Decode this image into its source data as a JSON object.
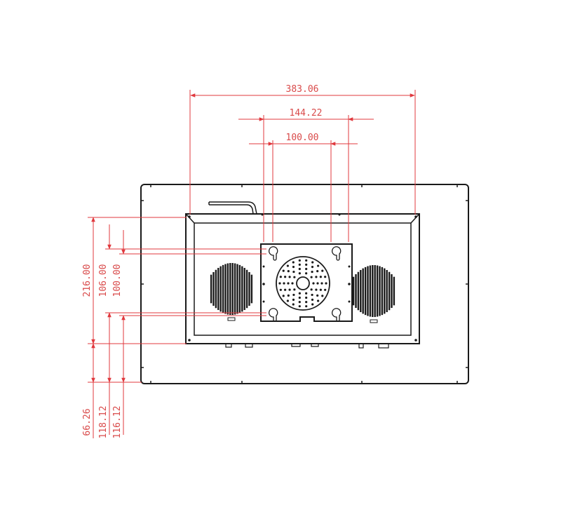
{
  "drawing": {
    "title": "",
    "units": "",
    "line_color": "#1a1a1a",
    "dimension_color": "#e0393e"
  },
  "dimensions": {
    "horizontal": {
      "overall_width": "383.06",
      "mount_hole_span_outer": "144.22",
      "vesa_spacing": "100.00"
    },
    "vertical": {
      "overall_height": "216.00",
      "mount_hole_span": "106.00",
      "vesa_spacing": "100.00",
      "bottom_offset_1": "66.26",
      "bottom_offset_2": "118.12",
      "bottom_offset_3": "116.12"
    }
  }
}
